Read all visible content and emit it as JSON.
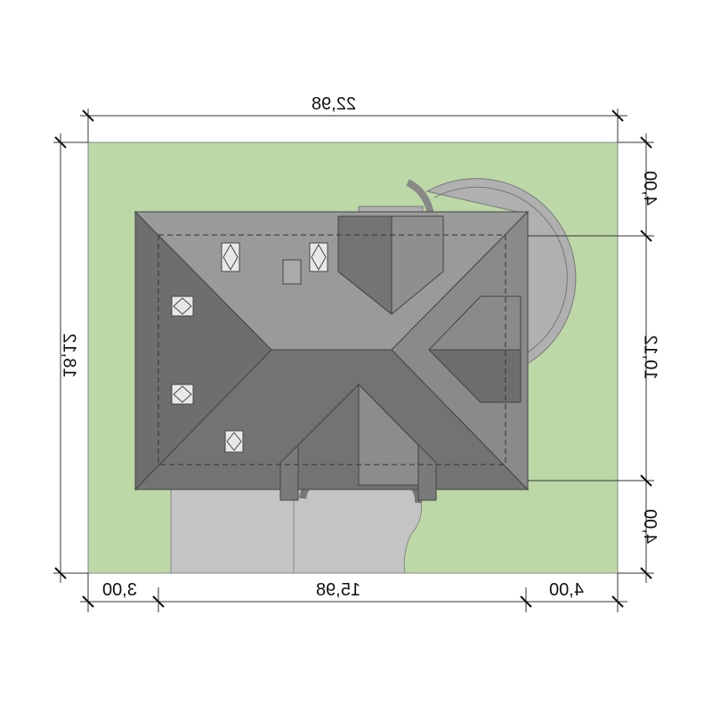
{
  "dimensions": {
    "top_total": "22,98",
    "left_total": "18,12",
    "right_top": "4,00",
    "right_middle": "10,12",
    "right_bottom": "4,00",
    "bottom_left": "3,00",
    "bottom_middle": "15,98",
    "bottom_right": "4,00"
  },
  "colors": {
    "lot": "#bcd8a6",
    "roof_dark": "#6e6e6e",
    "roof_mid": "#8a8a8a",
    "roof_light": "#9a9a9a",
    "paving": "#c4c4c4",
    "line": "#333333"
  }
}
